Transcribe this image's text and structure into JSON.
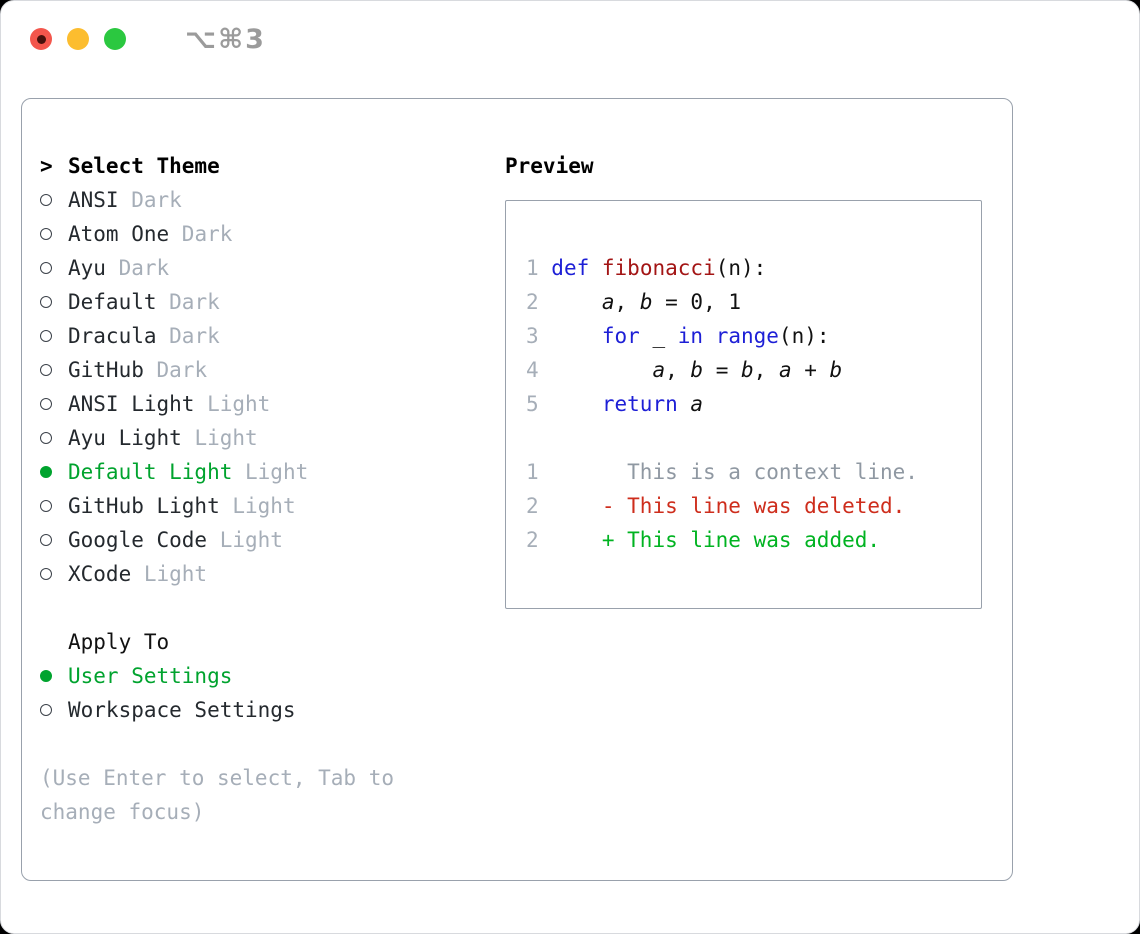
{
  "colors": {
    "accent_green": "#00a32e",
    "keyword_blue": "#1d1fd6",
    "function_red": "#a31515",
    "diff_red": "#ce2d1c",
    "diff_green": "#00b321",
    "muted_gray": "#a6aeb8",
    "context_gray": "#8f98a2",
    "text_dark": "#24292e",
    "panel_border": "#99a1ac",
    "window_title_gray": "#9b9b9b",
    "traffic_red": "#f3564c",
    "traffic_red_dot": "#47110c",
    "traffic_yellow": "#fcbd2f",
    "traffic_green": "#2bc840"
  },
  "window": {
    "title": "⌥⌘3"
  },
  "picker": {
    "prompt": ">",
    "title": "Select Theme",
    "themes": [
      {
        "name": "ANSI",
        "variant": "Dark",
        "selected": false
      },
      {
        "name": "Atom One",
        "variant": "Dark",
        "selected": false
      },
      {
        "name": "Ayu",
        "variant": "Dark",
        "selected": false
      },
      {
        "name": "Default",
        "variant": "Dark",
        "selected": false
      },
      {
        "name": "Dracula",
        "variant": "Dark",
        "selected": false
      },
      {
        "name": "GitHub",
        "variant": "Dark",
        "selected": false
      },
      {
        "name": "ANSI Light",
        "variant": "Light",
        "selected": false
      },
      {
        "name": "Ayu Light",
        "variant": "Light",
        "selected": false
      },
      {
        "name": "Default Light",
        "variant": "Light",
        "selected": true
      },
      {
        "name": "GitHub Light",
        "variant": "Light",
        "selected": false
      },
      {
        "name": "Google Code",
        "variant": "Light",
        "selected": false
      },
      {
        "name": "XCode",
        "variant": "Light",
        "selected": false
      }
    ],
    "apply_to_title": "Apply To",
    "apply_to": [
      {
        "label": "User Settings",
        "selected": true
      },
      {
        "label": "Workspace Settings",
        "selected": false
      }
    ],
    "hint": "(Use Enter to select, Tab to change focus)"
  },
  "preview": {
    "title": "Preview",
    "lines": [
      {
        "num": "1",
        "tokens": [
          {
            "t": "def",
            "c": "kw"
          },
          {
            "t": " "
          },
          {
            "t": "fibonacci",
            "c": "fn"
          },
          {
            "t": "(n):"
          }
        ]
      },
      {
        "num": "2",
        "tokens": [
          {
            "t": "    "
          },
          {
            "t": "a",
            "i": true
          },
          {
            "t": ", "
          },
          {
            "t": "b",
            "i": true
          },
          {
            "t": " = "
          },
          {
            "t": "0, 1"
          }
        ]
      },
      {
        "num": "3",
        "tokens": [
          {
            "t": "    "
          },
          {
            "t": "for",
            "c": "kw"
          },
          {
            "t": " _ "
          },
          {
            "t": "in",
            "c": "kw"
          },
          {
            "t": " "
          },
          {
            "t": "range",
            "c": "kw"
          },
          {
            "t": "(n):"
          }
        ]
      },
      {
        "num": "4",
        "tokens": [
          {
            "t": "        "
          },
          {
            "t": "a",
            "i": true
          },
          {
            "t": ", "
          },
          {
            "t": "b",
            "i": true
          },
          {
            "t": " = "
          },
          {
            "t": "b",
            "i": true
          },
          {
            "t": ", "
          },
          {
            "t": "a",
            "i": true
          },
          {
            "t": " + "
          },
          {
            "t": "b",
            "i": true
          }
        ]
      },
      {
        "num": "5",
        "tokens": [
          {
            "t": "    "
          },
          {
            "t": "return",
            "c": "kw"
          },
          {
            "t": " "
          },
          {
            "t": "a",
            "i": true
          }
        ]
      },
      {
        "num": "",
        "tokens": []
      },
      {
        "num": "1",
        "tokens": [
          {
            "t": "      This is a context line.",
            "c": "ctx"
          }
        ]
      },
      {
        "num": "2",
        "tokens": [
          {
            "t": "    - This line was deleted.",
            "c": "del"
          }
        ]
      },
      {
        "num": "2",
        "tokens": [
          {
            "t": "    + This line was added.",
            "c": "add"
          }
        ]
      }
    ]
  }
}
